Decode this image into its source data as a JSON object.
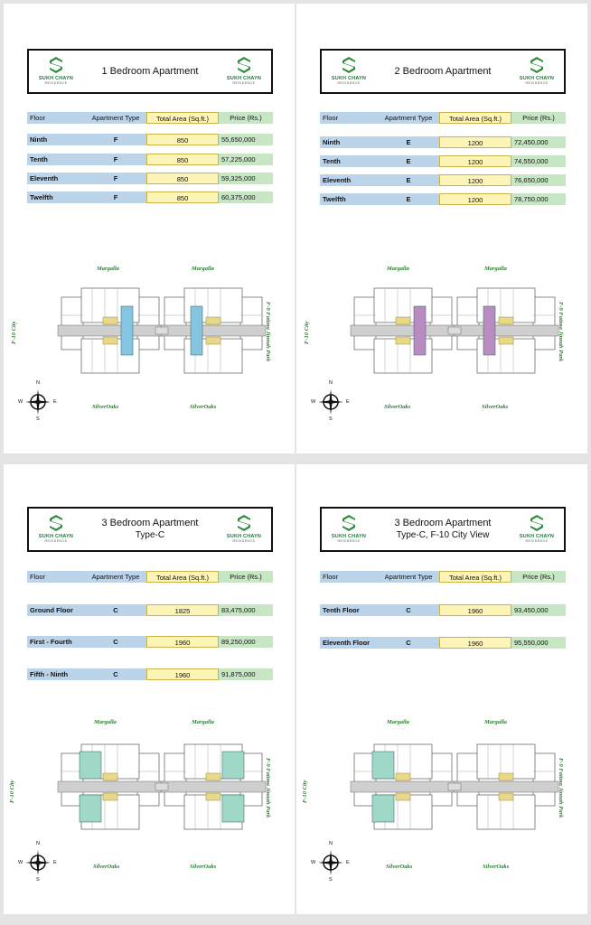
{
  "brand": {
    "name": "SUKH CHAYN",
    "tagline": "RESIDENCE"
  },
  "columns": [
    "Floor",
    "Apartment Type",
    "Total Area (Sq.ft.)",
    "Price (Rs.)"
  ],
  "plan_labels": {
    "north": "Margalla",
    "south": "SilverOaks",
    "west": "F-10 City",
    "east": "F-9 Fatima Jinnah Park",
    "compass": {
      "n": "N",
      "s": "S",
      "e": "E",
      "w": "W"
    }
  },
  "colors": {
    "blue": "#86c5e0",
    "purple": "#b98bc0",
    "teal": "#9fd8c6"
  },
  "pages": [
    {
      "title": "1 Bedroom Apartment",
      "subtitle": "",
      "rows": [
        {
          "floor": "Ninth",
          "type": "F",
          "area": "850",
          "price": "55,650,000"
        },
        {
          "floor": "Tenth",
          "type": "F",
          "area": "850",
          "price": "57,225,000"
        },
        {
          "floor": "Eleventh",
          "type": "F",
          "area": "850",
          "price": "59,325,000"
        },
        {
          "floor": "Twelfth",
          "type": "F",
          "area": "850",
          "price": "60,375,000"
        }
      ]
    },
    {
      "title": "2 Bedroom Apartment",
      "subtitle": "",
      "rows": [
        {
          "floor": "Ninth",
          "type": "E",
          "area": "1200",
          "price": "72,450,000"
        },
        {
          "floor": "Tenth",
          "type": "E",
          "area": "1200",
          "price": "74,550,000"
        },
        {
          "floor": "Eleventh",
          "type": "E",
          "area": "1200",
          "price": "76,650,000"
        },
        {
          "floor": "Twelfth",
          "type": "E",
          "area": "1200",
          "price": "78,750,000"
        }
      ]
    },
    {
      "title": "3 Bedroom Apartment",
      "subtitle": "Type-C",
      "rows": [
        {
          "floor": "Ground Floor",
          "type": "C",
          "area": "1825",
          "price": "83,475,000"
        },
        {
          "floor": "First - Fourth",
          "type": "C",
          "area": "1960",
          "price": "89,250,000"
        },
        {
          "floor": "Fifth - Ninth",
          "type": "C",
          "area": "1960",
          "price": "91,875,000"
        }
      ]
    },
    {
      "title": "3 Bedroom Apartment",
      "subtitle": "Type-C, F-10 City View",
      "rows": [
        {
          "floor": "Tenth Floor",
          "type": "C",
          "area": "1960",
          "price": "93,450,000"
        },
        {
          "floor": "Eleventh Floor",
          "type": "C",
          "area": "1960",
          "price": "95,550,000"
        }
      ]
    }
  ]
}
